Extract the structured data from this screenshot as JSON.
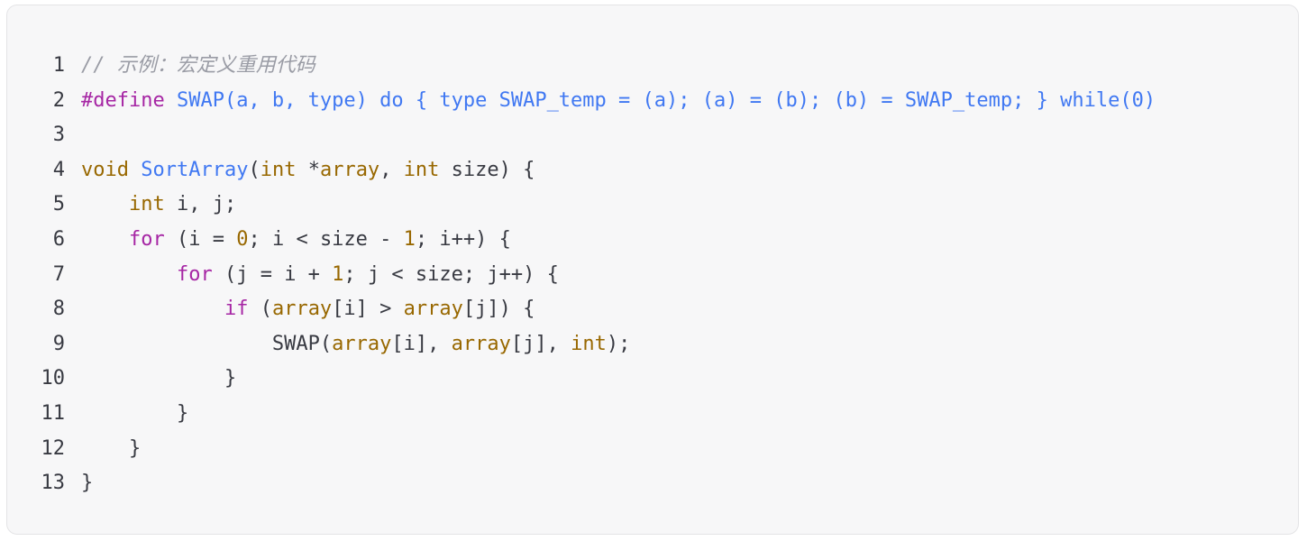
{
  "code": {
    "language": "c",
    "colors": {
      "background": "#f7f7f8",
      "comment": "#9a9ca5",
      "keyword": "#a626a4",
      "type": "#986801",
      "function": "#4078f2",
      "plain": "#383a42"
    },
    "lines": [
      {
        "n": "1",
        "tokens": [
          {
            "k": "comment",
            "t": "// 示例：宏定义重用代码"
          }
        ]
      },
      {
        "n": "2",
        "tokens": [
          {
            "k": "keyword",
            "t": "#define"
          },
          {
            "k": "meta",
            "t": " SWAP(a, b, type) do { type SWAP_temp = (a); (a) = (b); (b) = SWAP_temp; } while(0)"
          }
        ]
      },
      {
        "n": "3",
        "tokens": []
      },
      {
        "n": "4",
        "tokens": [
          {
            "k": "type",
            "t": "void"
          },
          {
            "k": "plain",
            "t": " "
          },
          {
            "k": "func",
            "t": "SortArray"
          },
          {
            "k": "plain",
            "t": "("
          },
          {
            "k": "type",
            "t": "int"
          },
          {
            "k": "plain",
            "t": " *"
          },
          {
            "k": "param",
            "t": "array"
          },
          {
            "k": "plain",
            "t": ", "
          },
          {
            "k": "type",
            "t": "int"
          },
          {
            "k": "plain",
            "t": " size) {"
          }
        ]
      },
      {
        "n": "5",
        "tokens": [
          {
            "k": "plain",
            "t": "    "
          },
          {
            "k": "type",
            "t": "int"
          },
          {
            "k": "plain",
            "t": " i, j;"
          }
        ]
      },
      {
        "n": "6",
        "tokens": [
          {
            "k": "plain",
            "t": "    "
          },
          {
            "k": "keyword",
            "t": "for"
          },
          {
            "k": "plain",
            "t": " (i = "
          },
          {
            "k": "number",
            "t": "0"
          },
          {
            "k": "plain",
            "t": "; i < size - "
          },
          {
            "k": "number",
            "t": "1"
          },
          {
            "k": "plain",
            "t": "; i++) {"
          }
        ]
      },
      {
        "n": "7",
        "tokens": [
          {
            "k": "plain",
            "t": "        "
          },
          {
            "k": "keyword",
            "t": "for"
          },
          {
            "k": "plain",
            "t": " (j = i + "
          },
          {
            "k": "number",
            "t": "1"
          },
          {
            "k": "plain",
            "t": "; j < size; j++) {"
          }
        ]
      },
      {
        "n": "8",
        "tokens": [
          {
            "k": "plain",
            "t": "            "
          },
          {
            "k": "keyword",
            "t": "if"
          },
          {
            "k": "plain",
            "t": " ("
          },
          {
            "k": "param",
            "t": "array"
          },
          {
            "k": "plain",
            "t": "[i] > "
          },
          {
            "k": "param",
            "t": "array"
          },
          {
            "k": "plain",
            "t": "[j]) {"
          }
        ]
      },
      {
        "n": "9",
        "tokens": [
          {
            "k": "plain",
            "t": "                SWAP("
          },
          {
            "k": "param",
            "t": "array"
          },
          {
            "k": "plain",
            "t": "[i], "
          },
          {
            "k": "param",
            "t": "array"
          },
          {
            "k": "plain",
            "t": "[j], "
          },
          {
            "k": "type",
            "t": "int"
          },
          {
            "k": "plain",
            "t": ");"
          }
        ]
      },
      {
        "n": "10",
        "tokens": [
          {
            "k": "plain",
            "t": "            }"
          }
        ]
      },
      {
        "n": "11",
        "tokens": [
          {
            "k": "plain",
            "t": "        }"
          }
        ]
      },
      {
        "n": "12",
        "tokens": [
          {
            "k": "plain",
            "t": "    }"
          }
        ]
      },
      {
        "n": "13",
        "tokens": [
          {
            "k": "plain",
            "t": "}"
          }
        ]
      }
    ]
  }
}
